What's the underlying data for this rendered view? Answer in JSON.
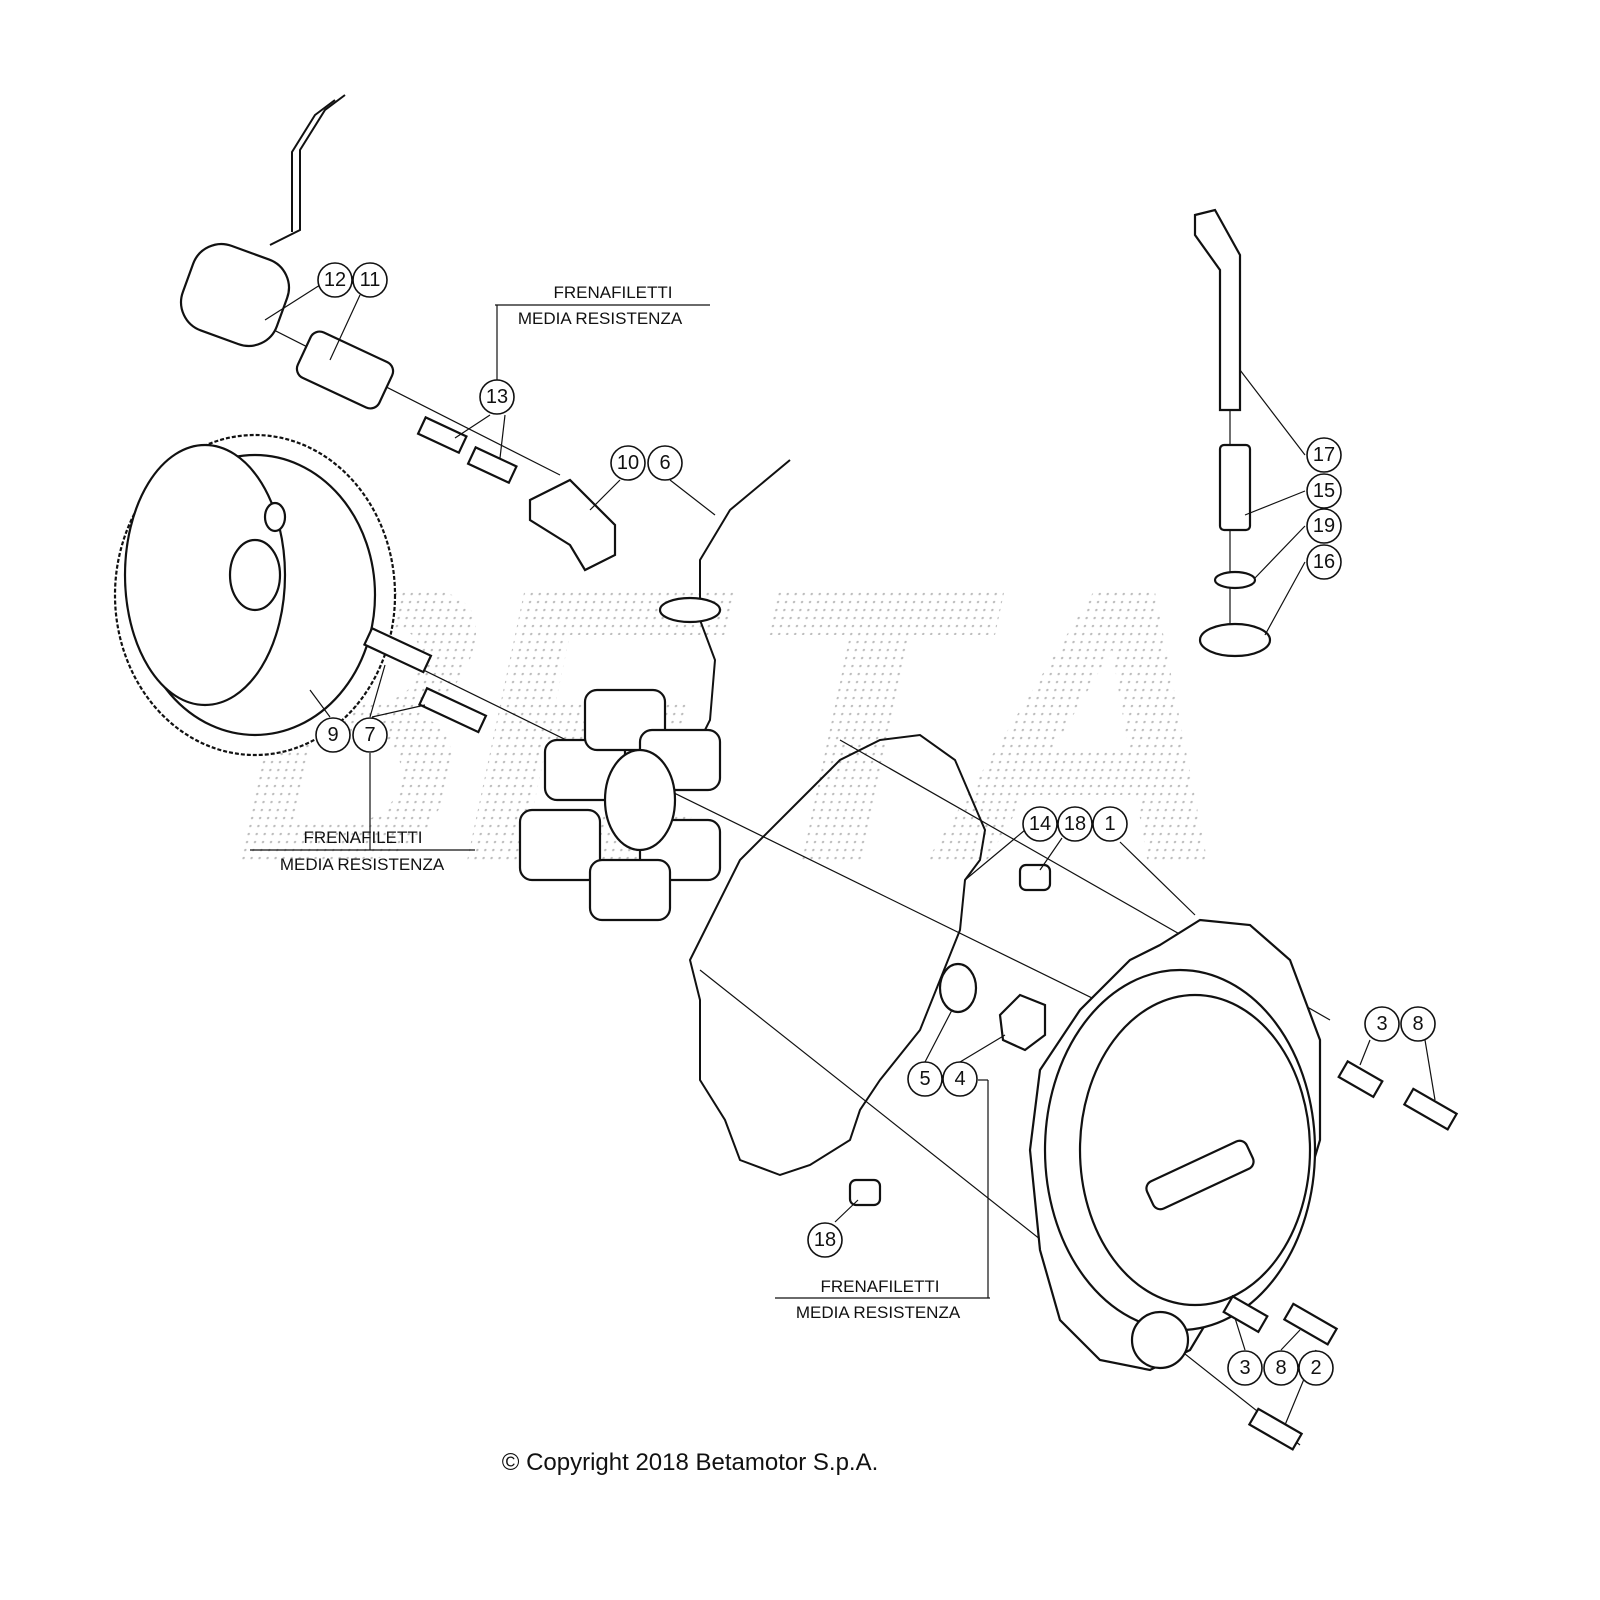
{
  "diagram": {
    "callouts": {
      "c12": "12",
      "c11": "11",
      "c13": "13",
      "c10": "10",
      "c6": "6",
      "c17": "17",
      "c15": "15",
      "c19": "19",
      "c16": "16",
      "c9": "9",
      "c7": "7",
      "c14": "14",
      "c18a": "18",
      "c1": "1",
      "c3a": "3",
      "c8a": "8",
      "c5": "5",
      "c4": "4",
      "c18b": "18",
      "c3b": "3",
      "c8b": "8",
      "c2": "2"
    },
    "notes": [
      {
        "line1": "FRENAFILETTI",
        "line2": "MEDIA RESISTENZA"
      },
      {
        "line1": "FRENAFILETTI",
        "line2": "MEDIA RESISTENZA"
      },
      {
        "line1": "FRENAFILETTI",
        "line2": "MEDIA RESISTENZA"
      }
    ],
    "copyright": "© Copyright 2018 Betamotor S.p.A.",
    "watermark": "BETA"
  }
}
